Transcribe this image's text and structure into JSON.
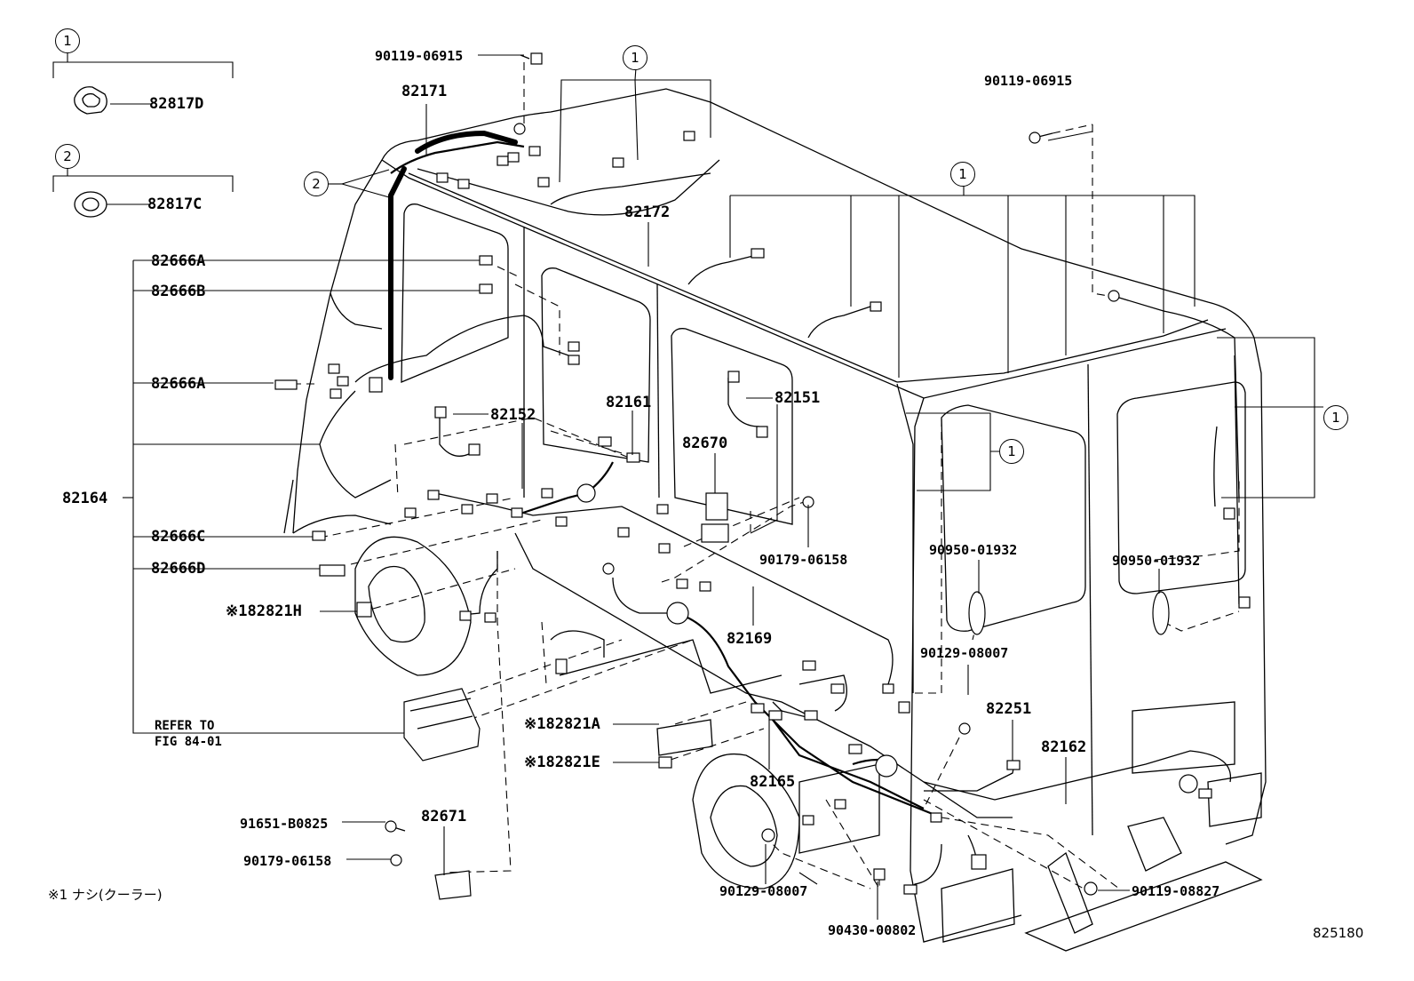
{
  "diagram": {
    "labels": {
      "p82817D": "82817D",
      "p82817C": "82817C",
      "p90119_06915_a": "90119-06915",
      "p90119_06915_b": "90119-06915",
      "p82171": "82171",
      "p82172": "82172",
      "p82666A_1": "82666A",
      "p82666B": "82666B",
      "p82666A_2": "82666A",
      "p82152": "82152",
      "p82161": "82161",
      "p82151": "82151",
      "p82670": "82670",
      "p82164": "82164",
      "p82666C": "82666C",
      "p82666D": "82666D",
      "p82821H": "※182821H",
      "p90179_06158_a": "90179-06158",
      "p82169": "82169",
      "p90950_01932_a": "90950-01932",
      "p90950_01932_b": "90950-01932",
      "p90129_08007_a": "90129-08007",
      "p82251": "82251",
      "p82162": "82162",
      "refer_to": "REFER TO",
      "fig_ref": "FIG 84-01",
      "p82821A": "※182821A",
      "p82821E": "※182821E",
      "p82165": "82165",
      "p91651_B0825": "91651-B0825",
      "p82671": "82671",
      "p90179_06158_b": "90179-06158",
      "p90129_08007_b": "90129-08007",
      "p90430_00802": "90430-00802",
      "p90119_08827": "90119-08827",
      "footnote": "※1 ナシ(クーラー)",
      "diagram_code": "825180"
    },
    "callouts": {
      "legend_1": "1",
      "legend_2": "2",
      "c2_top": "2",
      "c1_top": "1",
      "c1_roof": "1",
      "c1_side": "1",
      "c1_right": "1"
    }
  }
}
